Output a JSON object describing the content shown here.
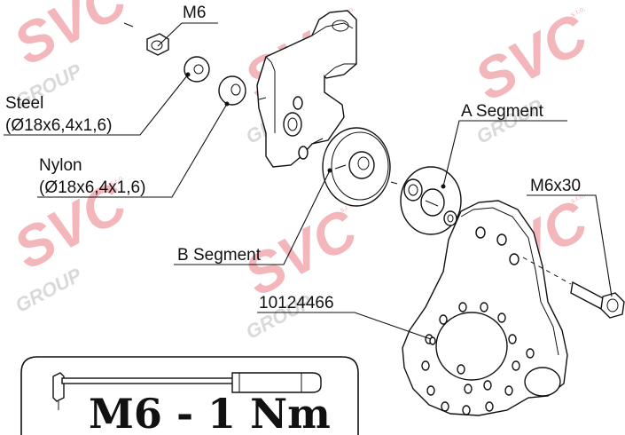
{
  "labels": {
    "m6": "M6",
    "steel_line1": "Steel",
    "steel_line2": "(Ø18x6,4x1,6)",
    "nylon_line1": "Nylon",
    "nylon_line2": "(Ø18x6,4x1,6)",
    "a_segment": "A Segment",
    "m6x30": "M6x30",
    "b_segment": "B Segment",
    "part_number": "10124466"
  },
  "torque_note": {
    "text": "M6 - 1 Nm"
  },
  "watermark": {
    "logo_text": "SVC",
    "sub_text": "GROUP",
    "small_text": "s.r.o.",
    "color": "#f3b6bb"
  }
}
